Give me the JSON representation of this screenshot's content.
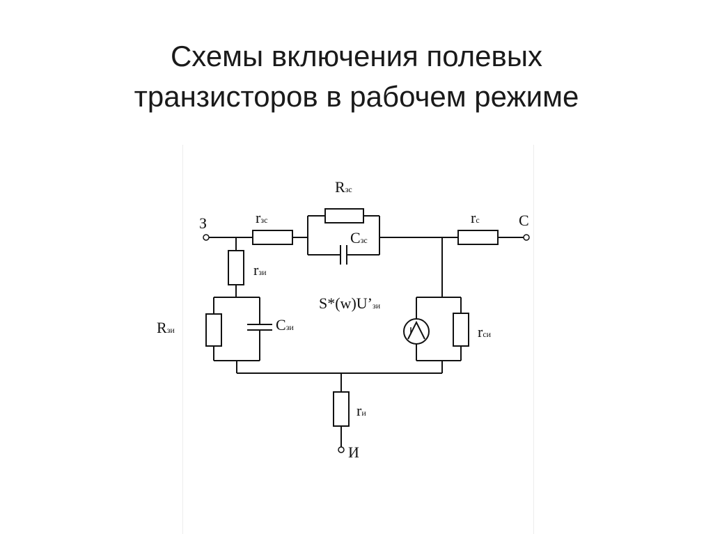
{
  "slide": {
    "title_line1": "Схемы включения полевых",
    "title_line2": "транзисторов в рабочем режиме"
  },
  "circuit": {
    "terminals": {
      "gate": "З",
      "drain": "С",
      "source": "И"
    },
    "components": {
      "r_gd": {
        "main": "r",
        "sub": "зс"
      },
      "R_gd": {
        "main": "R",
        "sub": "зс"
      },
      "C_gd": {
        "main": "C",
        "sub": "зс"
      },
      "r_d": {
        "main": "r",
        "sub": "с"
      },
      "r_gs": {
        "main": "r",
        "sub": "зи"
      },
      "R_gs": {
        "main": "R",
        "sub": "зи"
      },
      "C_gs": {
        "main": "C",
        "sub": "зи"
      },
      "r_ds": {
        "main": "r",
        "sub": "си"
      },
      "r_s": {
        "main": "r",
        "sub": "и"
      },
      "source_gen": {
        "main": "S*(w)U’",
        "sub": "зи"
      }
    }
  },
  "colors": {
    "wire": "#111111",
    "title": "#1a1a1a"
  }
}
